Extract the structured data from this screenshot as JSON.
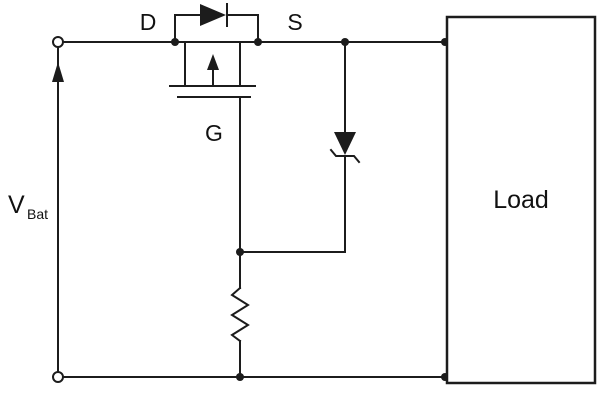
{
  "labels": {
    "drain": "D",
    "source": "S",
    "gate": "G",
    "battery": "V",
    "battery_subscript": "Bat",
    "load": "Load"
  },
  "colors": {
    "line": "#1c1c1c",
    "background": "#ffffff"
  },
  "icons": {
    "mosfet": "p-channel-mosfet-symbol",
    "body_diode": "diode-symbol",
    "zener": "zener-diode-symbol",
    "resistor": "resistor-zigzag-symbol",
    "terminals": "open-circle-terminal",
    "current_arrow": "up-arrow"
  }
}
